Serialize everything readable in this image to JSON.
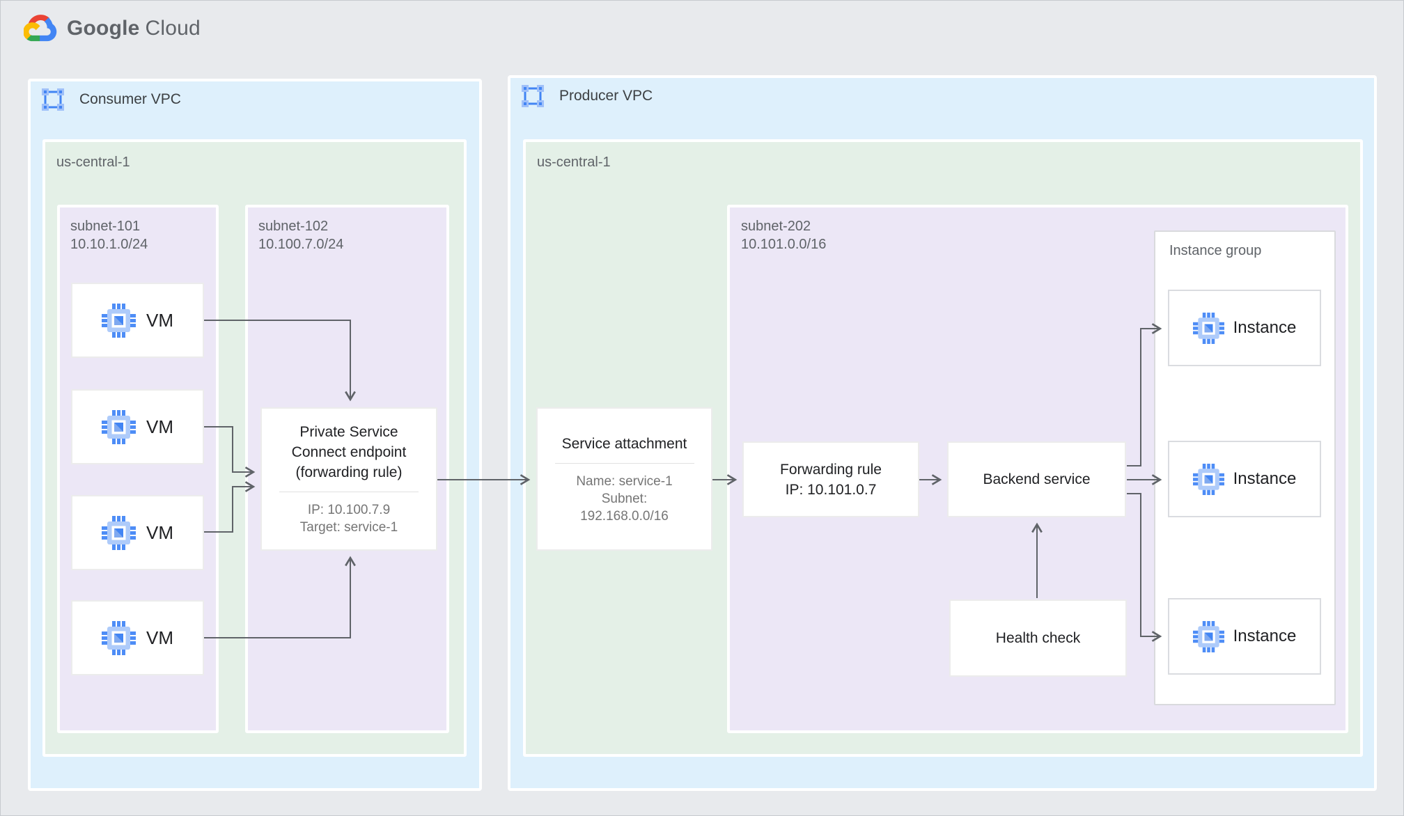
{
  "brand": {
    "logo_word_1": "Google",
    "logo_word_2": "Cloud"
  },
  "consumer_vpc": {
    "label": "Consumer VPC",
    "region": {
      "label": "us-central-1"
    },
    "subnet_101": {
      "name": "subnet-101",
      "cidr": "10.10.1.0/24",
      "vms": [
        "VM",
        "VM",
        "VM",
        "VM"
      ]
    },
    "subnet_102": {
      "name": "subnet-102",
      "cidr": "10.100.7.0/24",
      "psc_endpoint": {
        "title_lines": [
          "Private Service",
          "Connect endpoint",
          "(forwarding rule)"
        ],
        "details": [
          "IP: 10.100.7.9",
          "Target: service-1"
        ]
      }
    }
  },
  "producer_vpc": {
    "label": "Producer VPC",
    "region": {
      "label": "us-central-1"
    },
    "service_attachment": {
      "title": "Service attachment",
      "details": [
        "Name: service-1",
        "Subnet:",
        "192.168.0.0/16"
      ]
    },
    "subnet_202": {
      "name": "subnet-202",
      "cidr": "10.101.0.0/16",
      "forwarding_rule": {
        "lines": [
          "Forwarding rule",
          "IP: 10.101.0.7"
        ]
      },
      "backend_service": {
        "label": "Backend service"
      },
      "health_check": {
        "label": "Health check"
      },
      "instance_group": {
        "label": "Instance group",
        "instances": [
          "Instance",
          "Instance",
          "Instance"
        ]
      }
    }
  },
  "colors": {
    "page_bg": "#e8eaed",
    "vpc_bg": "#def0fc",
    "region_bg": "#e4f0e7",
    "subnet_bg": "#ece7f6",
    "connector": "#5f6368",
    "icon_blue": "#4285f4",
    "icon_blue_light": "#aecbfa",
    "logo_red": "#EA4335",
    "logo_yellow": "#FBBC05",
    "logo_green": "#34A853",
    "logo_blue": "#4285F4"
  }
}
